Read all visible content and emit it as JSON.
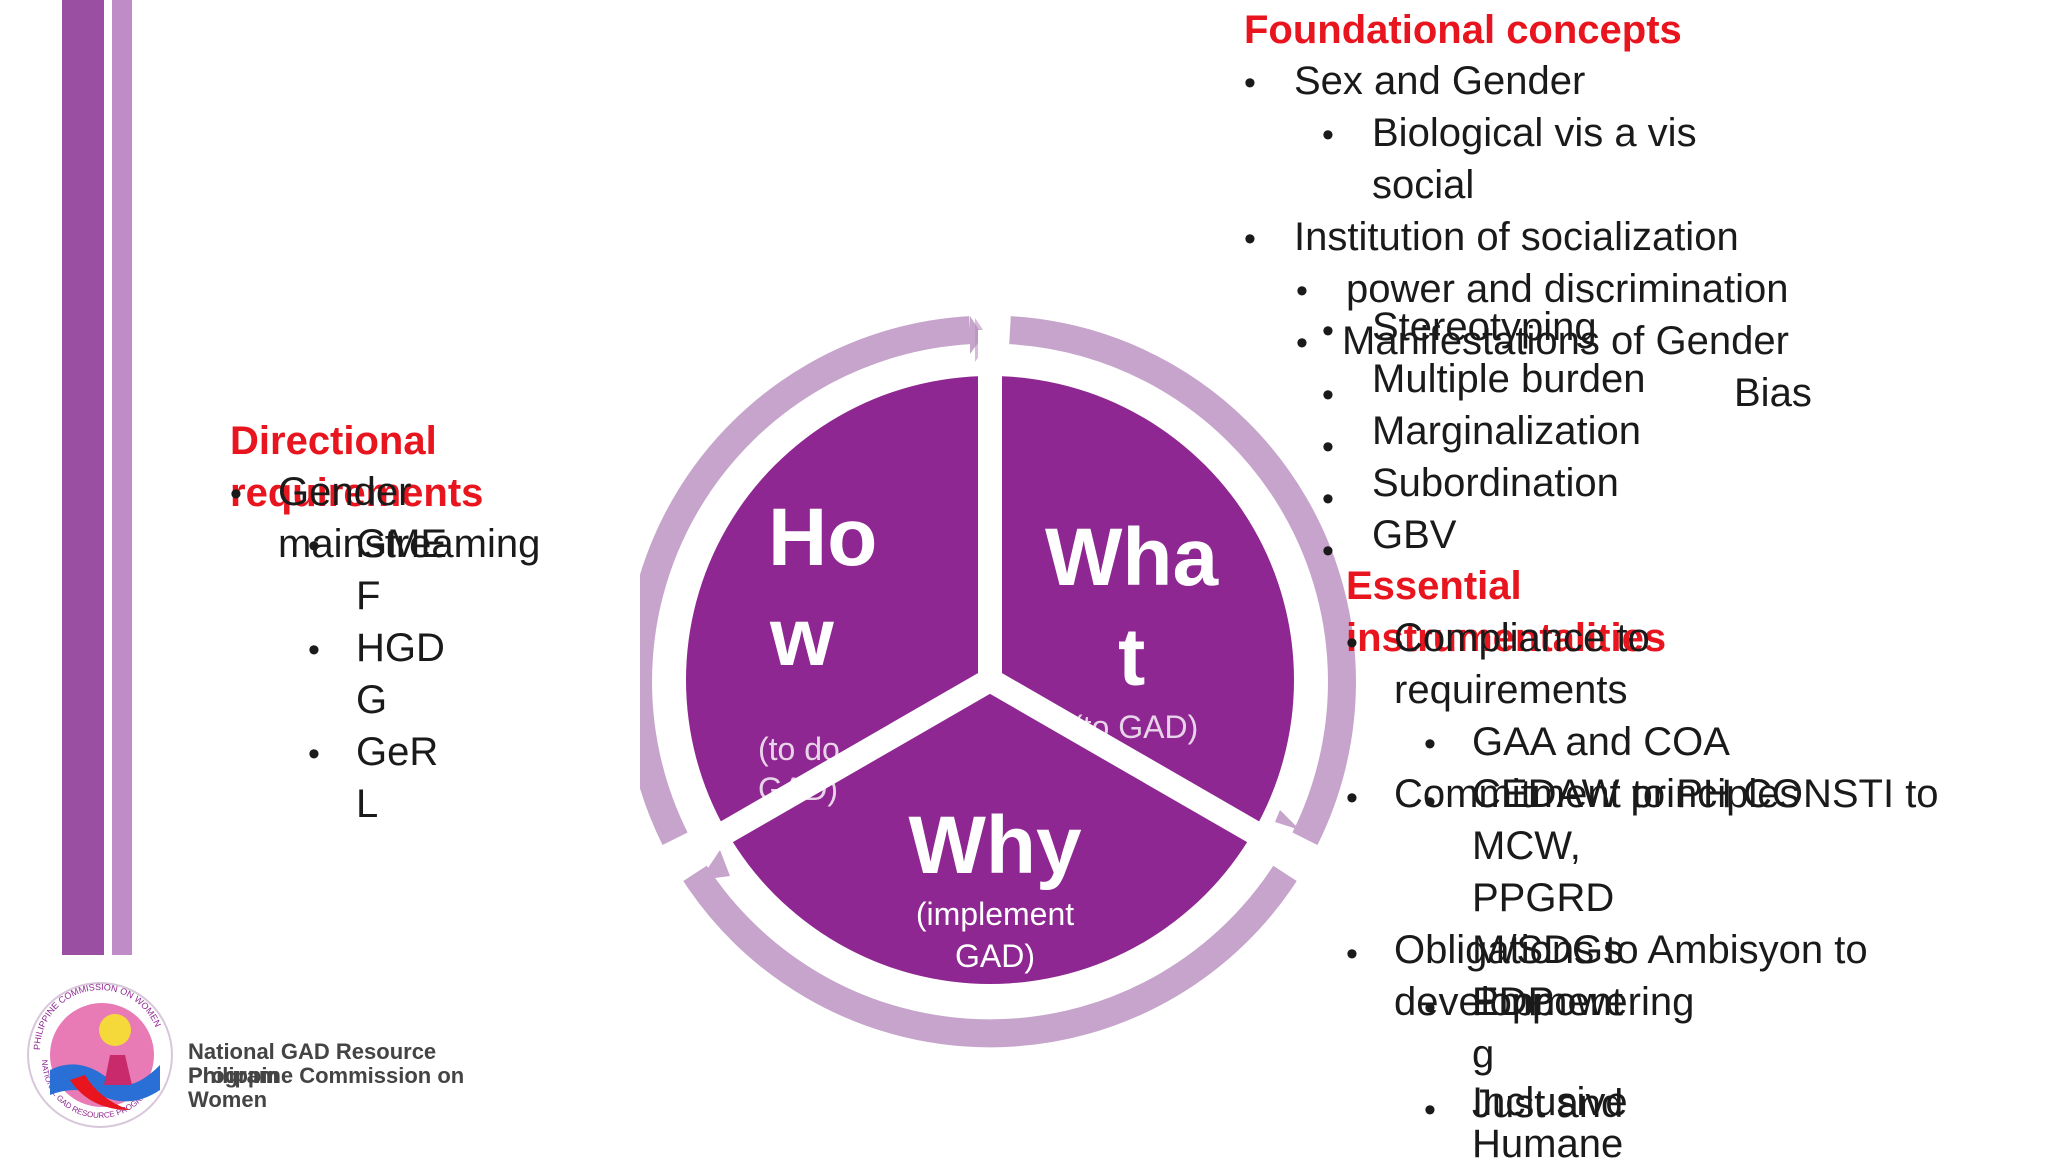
{
  "cycle": {
    "how": {
      "title_line1": "Ho",
      "title_line2": "w",
      "sub_line1": "(to do",
      "sub_line2": "GAD)"
    },
    "what": {
      "title_line1": "Wha",
      "title_line2": "t",
      "sub": "(to GAD)"
    },
    "why": {
      "title": "Why",
      "sub_line1": "(implement",
      "sub_line2": "GAD)"
    }
  },
  "directional": {
    "heading_line1": "Directional",
    "heading_line2": "requirements",
    "item1_line1": "Gender",
    "item1_line2": "mainstreaming",
    "subs": [
      {
        "line1": "GME",
        "line2": "F"
      },
      {
        "line1": "HGD",
        "line2": "G"
      },
      {
        "line1": "GeR",
        "line2": "L"
      }
    ]
  },
  "foundational": {
    "heading": "Foundational concepts",
    "sex_gender": "Sex and Gender",
    "bio_line1": "Biological vis a vis",
    "bio_line2": "social",
    "institution": "Institution of socialization",
    "power": "power and discrimination",
    "manifestations": "Manifestations of Gender",
    "bias": "Bias",
    "stereotyping": "Stereotyping",
    "multiple_burden": "Multiple burden",
    "marginalization": "Marginalization",
    "subordination": "Subordination",
    "gbv": "GBV"
  },
  "essential": {
    "heading_line1": "Essential",
    "heading_line2": "instrumentalities",
    "compliance_line1": "Compliance to",
    "compliance_line2": "requirements",
    "gaa_coa": "GAA and COA",
    "commitment": "Commitment to PH CONSTI to",
    "cedaw": "CEDAW principles",
    "mcw": "MCW,",
    "ppgrd": "PPGRD",
    "obligations": "Obligations to Ambisyon to",
    "development": "development",
    "msdg": "M/SDGs",
    "pdp": "PDP",
    "empowering": "Empowering",
    "g": "g",
    "inclusive": "Inclusive",
    "just_humane_line1": "Just and",
    "just_humane_line2": "Humane"
  },
  "logo": {
    "ring_top": "PHILIPPINE COMMISSION ON WOMEN",
    "ring_bottom": "NATIONAL GAD RESOURCE PROGRAM"
  },
  "credits": {
    "line1": "National GAD Resource",
    "line2": "Program",
    "line3": "Philippine Commission on",
    "line4": "Women"
  },
  "colors": {
    "primary": "#8e2791",
    "light": "#b98ebd",
    "accent": "#e8141e"
  }
}
